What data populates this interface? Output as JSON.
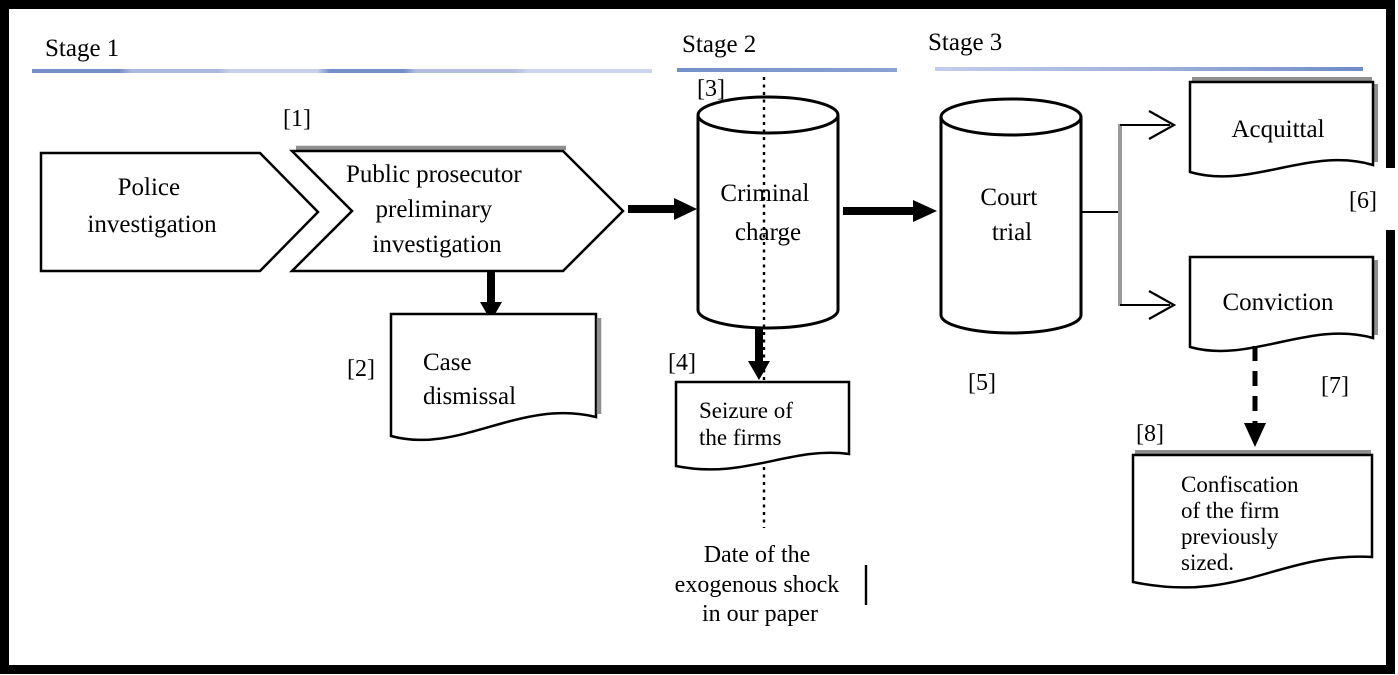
{
  "diagram": {
    "title": "Criminal procedure stages flowchart",
    "stages": [
      {
        "label": "Stage 1"
      },
      {
        "label": "Stage 2"
      },
      {
        "label": "Stage 3"
      }
    ],
    "nodes": {
      "police": {
        "label": "Police investigation",
        "lines": [
          "Police",
          "investigation"
        ]
      },
      "prosecutor": {
        "ref": "[1]",
        "label": "Public prosecutor preliminary investigation",
        "lines": [
          "Public prosecutor",
          "preliminary",
          "investigation"
        ]
      },
      "case_dismissal": {
        "ref": "[2]",
        "label": "Case dismissal",
        "lines": [
          "Case",
          "dismissal"
        ]
      },
      "criminal_charge": {
        "ref": "[3]",
        "label": "Criminal charge",
        "lines": [
          "Criminal",
          "charge"
        ]
      },
      "seizure": {
        "ref": "[4]",
        "label": "Seizure of the firms",
        "lines": [
          "Seizure of",
          "the firms"
        ]
      },
      "court_trial": {
        "ref": "[5]",
        "label": "Court trial",
        "lines": [
          "Court",
          "trial"
        ]
      },
      "acquittal": {
        "ref": "[6]",
        "label": "Acquittal",
        "lines": [
          "Acquittal"
        ]
      },
      "conviction": {
        "ref": "[7]",
        "label": "Conviction",
        "lines": [
          "Conviction"
        ]
      },
      "confiscation": {
        "ref": "[8]",
        "label": "Confiscation of the firm previously sized.",
        "lines": [
          "Confiscation",
          "of the firm",
          "previously",
          "sized."
        ]
      }
    },
    "annotation": {
      "lines": [
        "Date of the",
        "exogenous shock",
        "in our paper"
      ]
    },
    "colors": {
      "ink": "#000000",
      "shape_fill": "#ffffff",
      "shadow_gray": "#8f8f8f",
      "rule_blue_dark": "#7490c9",
      "rule_blue_light": "#ccd5ee",
      "background": "#ffffff"
    }
  }
}
